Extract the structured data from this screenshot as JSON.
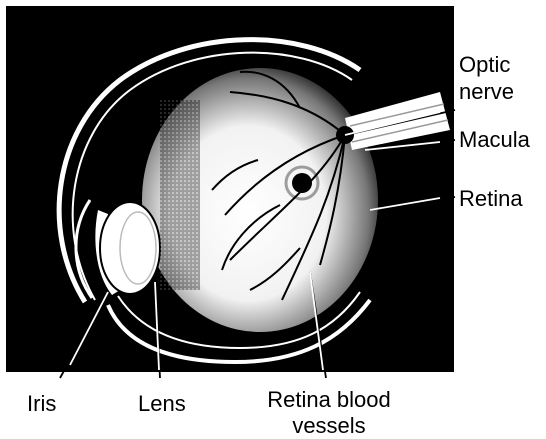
{
  "diagram": {
    "labels": {
      "optic_nerve": [
        "Optic",
        "nerve"
      ],
      "macula": "Macula",
      "retina": "Retina",
      "iris": "Iris",
      "lens": "Lens",
      "retina_blood_vessels": [
        "Retina blood",
        "vessels"
      ]
    },
    "colors": {
      "background": "#000000",
      "eye_fill": "#ffffff",
      "outline": "#000000",
      "leader": "#ffffff"
    }
  }
}
